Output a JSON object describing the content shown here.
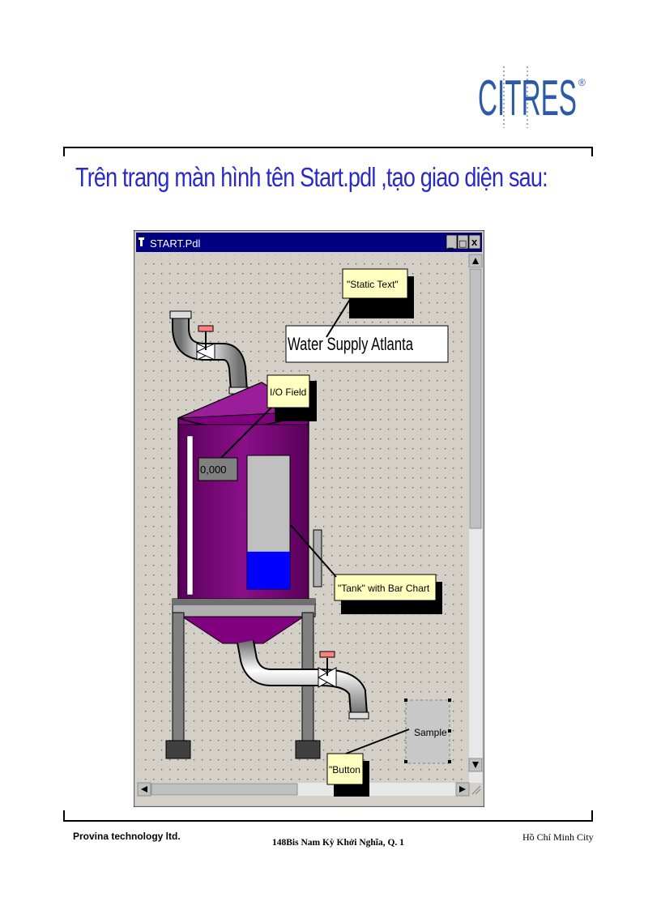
{
  "logo": {
    "text": "CITRES",
    "mark": "®",
    "color": "#2a5aa8"
  },
  "heading": "Trên trang màn hình tên Start.pdl ,tạo giao diện sau:",
  "window": {
    "title": "START.Pdl",
    "controls": {
      "minimize": "_",
      "maximize": "□",
      "close": "x"
    },
    "static_text_value": "Water Supply Atlanta",
    "io_field_value": "0,000",
    "button_label": "Sample",
    "tank_level": 0.28,
    "callouts": {
      "static_text": "\"Static Text\"",
      "io_field": "I/O Field",
      "tank": "\"Tank\" with Bar Chart",
      "button": "\"Button"
    },
    "colors": {
      "tank": "#800080",
      "bar_fill": "#0000ff",
      "canvas": "#d4d0c8",
      "titlebar": "#000080",
      "callout": "#ffffc0"
    }
  },
  "footer": {
    "company": "Provina technology ltd.",
    "address": "148Bis Nam Kỳ Khởi Nghĩa, Q. 1",
    "city": "Hồ Chí Minh City"
  }
}
